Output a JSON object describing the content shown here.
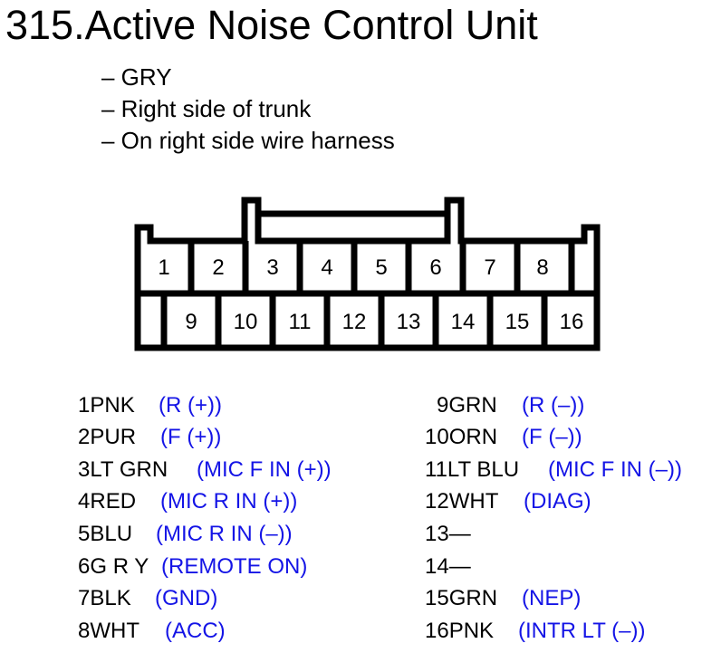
{
  "title": "315.Active Noise Control Unit",
  "notes": [
    "– GRY",
    "– Right side of trunk",
    "– On right side wire harness"
  ],
  "connector": {
    "top_row": [
      "1",
      "2",
      "3",
      "4",
      "5",
      "6",
      "7",
      "8"
    ],
    "bottom_row": [
      "9",
      "10",
      "11",
      "12",
      "13",
      "14",
      "15",
      "16"
    ]
  },
  "pins_left": [
    {
      "pin": "1",
      "color": "PNK",
      "signal": "(R (+))"
    },
    {
      "pin": "2",
      "color": "PUR",
      "signal": "(F (+))"
    },
    {
      "pin": "3",
      "color": "LT GRN",
      "signal": "(MIC F IN (+))"
    },
    {
      "pin": "4",
      "color": "RED",
      "signal": "(MIC R IN (+))"
    },
    {
      "pin": "5",
      "color": "BLU",
      "signal": "(MIC R IN (–))"
    },
    {
      "pin": "6",
      "color": "G  R  Y",
      "signal": "(REMOTE ON)"
    },
    {
      "pin": "7",
      "color": "BLK",
      "signal": "(GND)"
    },
    {
      "pin": "8",
      "color": "WHT",
      "signal": "(ACC)"
    }
  ],
  "pins_right": [
    {
      "pin": "9",
      "color": "GRN",
      "signal": "(R (–))"
    },
    {
      "pin": "10",
      "color": "ORN",
      "signal": "(F (–))"
    },
    {
      "pin": "11",
      "color": "LT BLU",
      "signal": "(MIC F IN (–))"
    },
    {
      "pin": "12",
      "color": "WHT",
      "signal": "(DIAG)"
    },
    {
      "pin": "13",
      "color": "—",
      "signal": ""
    },
    {
      "pin": "14",
      "color": "—",
      "signal": ""
    },
    {
      "pin": "15",
      "color": "GRN",
      "signal": "(NEP)"
    },
    {
      "pin": "16",
      "color": "PNK",
      "signal": "(INTR LT (–))"
    }
  ],
  "signal_color": "#1414e6"
}
